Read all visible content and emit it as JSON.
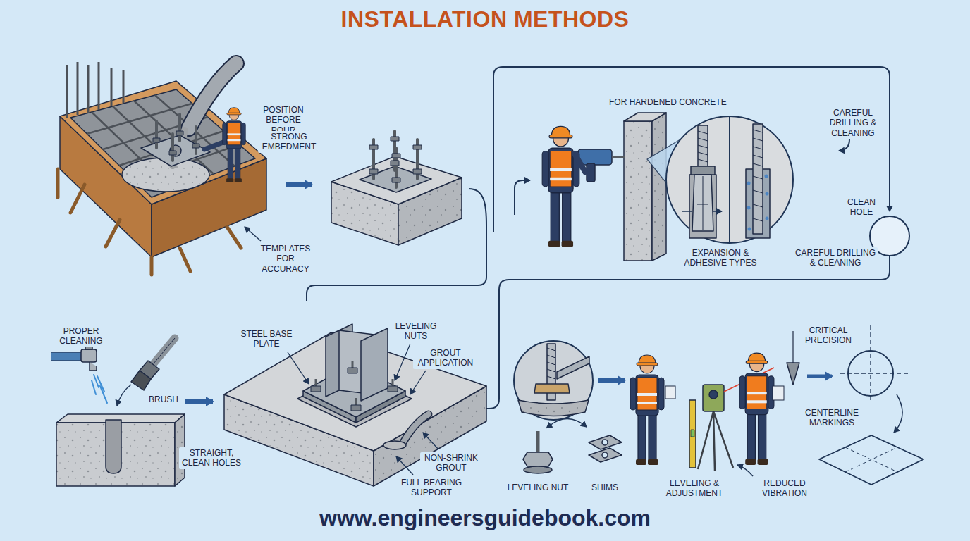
{
  "diagram": {
    "title": "INSTALLATION METHODS",
    "caption": "www.engineersguidebook.com",
    "labels": [
      "POSITION BEFORE POUR",
      "STRONG EMBEDMENT",
      "TEMPLATES FOR ACCURACY",
      "FOR HARDENED CONCRETE",
      "CAREFUL DRILLING & CLEANING",
      "CLEAN HOLE",
      "EXPANSION & ADHESIVE TYPES",
      "CAREFUL DRILLING & CLEANING",
      "PROPER CLEANING",
      "BRUSH",
      "STRAIGHT, CLEAN HOLES",
      "STEEL BASE PLATE",
      "LEVELING NUTS",
      "GROUT APPLICATION",
      "NON-SHRINK GROUT",
      "FULL BEARING SUPPORT",
      "LEVELING NUT",
      "SHIMS",
      "LEVELING & ADJUSTMENT",
      "CRITICAL PRECISION",
      "CENTERLINE MARKINGS",
      "REDUCED VIBRATION"
    ]
  }
}
